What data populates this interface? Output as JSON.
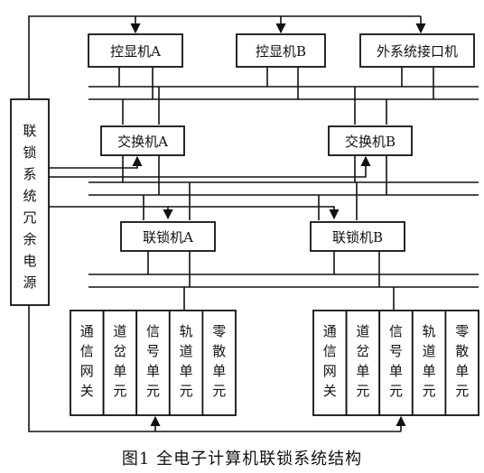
{
  "nodes": {
    "kongxian_a": "控显机A",
    "kongxian_b": "控显机B",
    "waixitong": "外系统接口机",
    "jiaohuan_a": "交换机A",
    "jiaohuan_b": "交换机B",
    "liansuo_a": "联锁机A",
    "liansuo_b": "联锁机B",
    "power": "联锁系统冗余电源"
  },
  "units": [
    "通信网关",
    "道岔单元",
    "信号单元",
    "轨道单元",
    "零散单元"
  ],
  "caption": "图1   全电子计算机联锁系统结构"
}
